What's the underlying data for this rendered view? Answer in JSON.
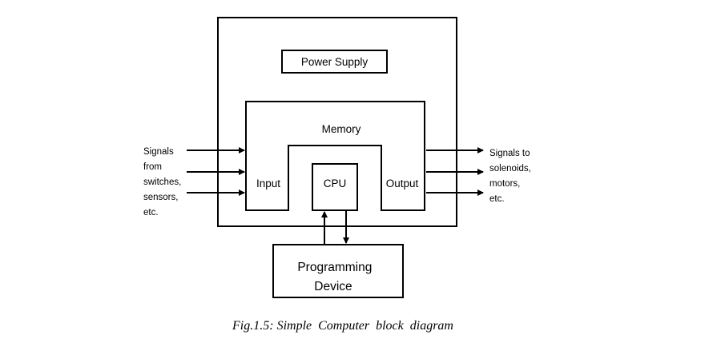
{
  "diagram": {
    "power_supply_label": "Power Supply",
    "memory_label": "Memory",
    "input_label": "Input",
    "cpu_label": "CPU",
    "output_label": "Output",
    "programming_device_lines": [
      "Programming",
      "Device"
    ],
    "input_signals_lines": [
      "Signals",
      "from",
      "switches,",
      "sensors,",
      "etc."
    ],
    "output_signals_lines": [
      "Signals to",
      "solenoids,",
      "motors,",
      "etc."
    ],
    "caption": "Fig.1.5: Simple  Computer  block  diagram"
  }
}
